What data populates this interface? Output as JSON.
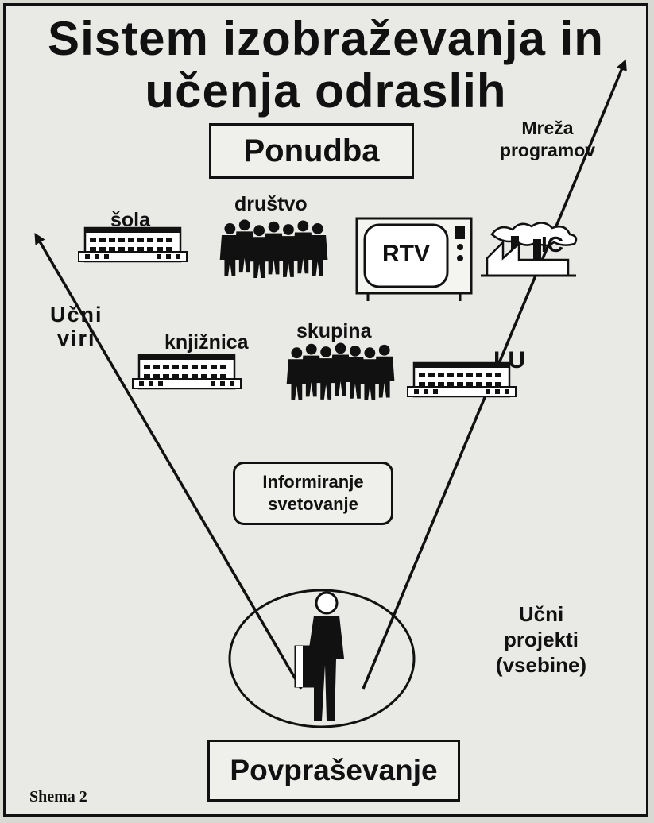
{
  "title_line1": "Sistem izobraževanja in",
  "title_line2": "učenja odraslih",
  "offer_box": "Ponudba",
  "network_label": [
    "Mreža",
    "programov"
  ],
  "school_label": "šola",
  "society_label": "društvo",
  "rtv_label": "RTV",
  "ic_label": "IC",
  "left_arrow_label": [
    "Učni",
    "viri"
  ],
  "library_label": "knjižnica",
  "group_label": "skupina",
  "lu_label": "LU",
  "info_box": [
    "Informiranje",
    "svetovanje"
  ],
  "right_arrow_label": [
    "Učni",
    "projekti",
    "(vsebine)"
  ],
  "demand_box": "Povpraševanje",
  "caption": "Shema 2"
}
